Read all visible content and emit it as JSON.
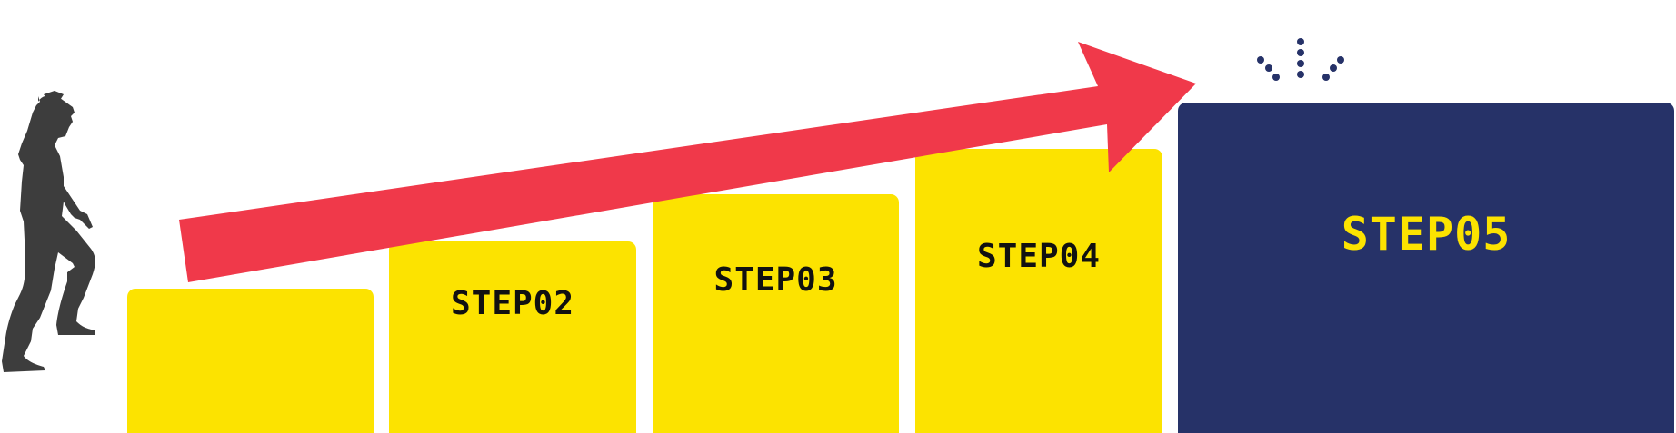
{
  "colors": {
    "step": "#FCE300",
    "final_step": "#263268",
    "arrow": "#F0394A",
    "person": "#3d3d3d",
    "text_dark": "#111111",
    "text_final": "#FCE300"
  },
  "steps": [
    {
      "label": ""
    },
    {
      "label": "STEP02"
    },
    {
      "label": "STEP03"
    },
    {
      "label": "STEP04"
    },
    {
      "label": "STEP05"
    }
  ]
}
